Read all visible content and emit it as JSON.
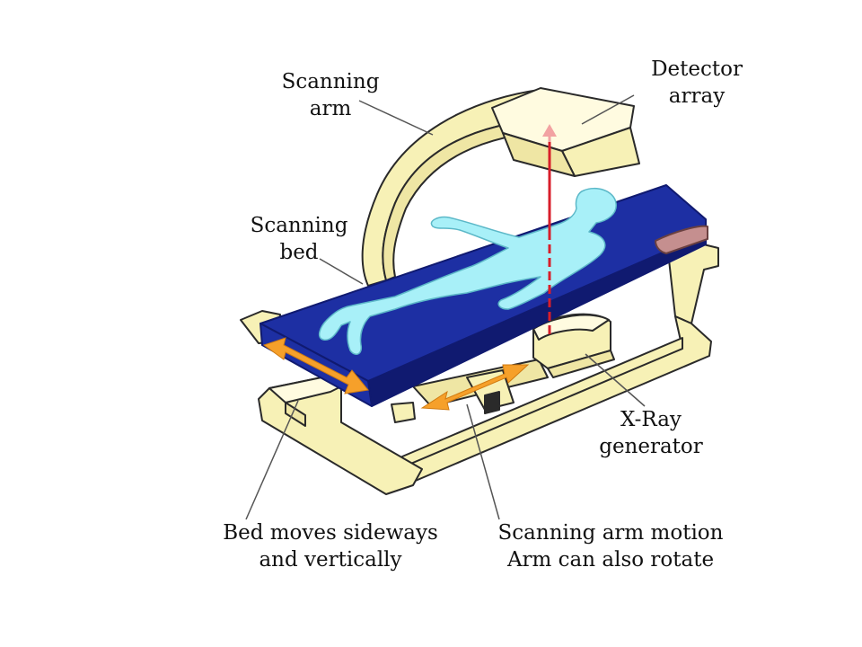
{
  "labels": {
    "scanning_arm": [
      "Scanning",
      "arm"
    ],
    "detector_array": [
      "Detector",
      "array"
    ],
    "scanning_bed": [
      "Scanning",
      "bed"
    ],
    "xray_generator": [
      "X-Ray",
      "generator"
    ],
    "bed_moves": [
      "Bed moves sideways",
      "and vertically"
    ],
    "arm_motion": [
      "Scanning arm motion",
      "Arm can also rotate"
    ]
  },
  "colors": {
    "frame": "#f7f1b6",
    "frame_outline": "#2a2a2a",
    "bed": "#1d2fa3",
    "bed_edge": "#101a70",
    "body": "#a8f0f8",
    "arrow": "#f6a02a",
    "beam": "#d81e2a",
    "pillow": "#c58f8f"
  }
}
